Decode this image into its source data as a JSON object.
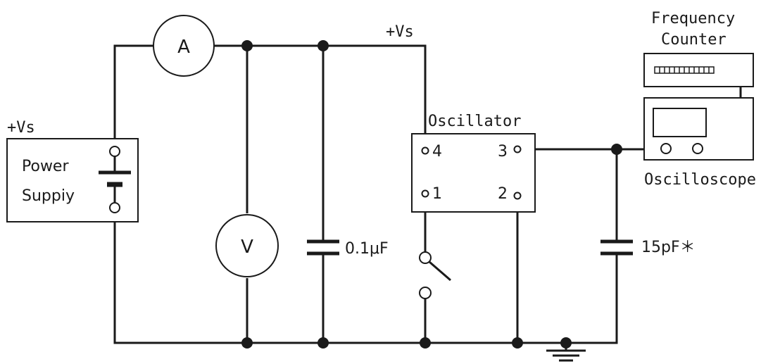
{
  "diagram": {
    "supply_label": "+Vs",
    "top_rail_label": "+Vs",
    "power_supply": {
      "line1": "Power",
      "line2": "Suppiy"
    },
    "ammeter_label": "A",
    "voltmeter_label": "V",
    "capacitor_label": "0.1μF",
    "oscillator": {
      "title": "Oscillator",
      "pin4": "4",
      "pin3": "3",
      "pin1": "1",
      "pin2": "2"
    },
    "load_capacitor_label": "15pF＊",
    "frequency_counter": {
      "line1": "Frequency",
      "line2": "Counter"
    },
    "oscilloscope_label": "Oscilloscope"
  }
}
